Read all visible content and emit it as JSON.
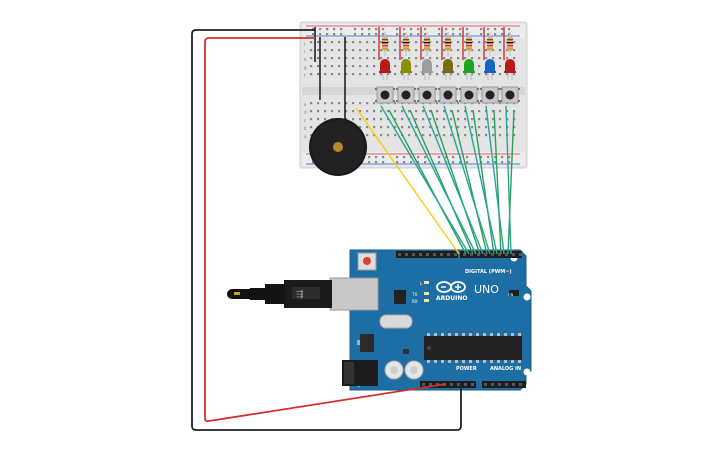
{
  "board": {
    "brand": "ARDUINO",
    "model": "UNO",
    "digital_label": "DIGITAL (PWM~)",
    "power_label": "POWER",
    "analog_label": "ANALOG IN",
    "on_label": "ON",
    "l_label": "L",
    "tx_label": "TX",
    "rx_label": "RX"
  },
  "breadboard": {
    "row_letters_top": [
      "j",
      "i",
      "h",
      "g",
      "f"
    ],
    "row_letters_bottom": [
      "e",
      "d",
      "c",
      "b",
      "a"
    ]
  },
  "leds": [
    {
      "color": "#b71c1c"
    },
    {
      "color": "#8d8d00"
    },
    {
      "color": "#9e9e9e"
    },
    {
      "color": "#7a6a10"
    },
    {
      "color": "#1fa51f"
    },
    {
      "color": "#1565c0"
    },
    {
      "color": "#b71c1c"
    }
  ],
  "wires": {
    "power_color": "#d32f2f",
    "ground_color": "#222222",
    "buzzer_signal_color": "#f2d01c",
    "led_wire_color": "#26a69a",
    "button_wire_color": "#2e9d5a"
  }
}
